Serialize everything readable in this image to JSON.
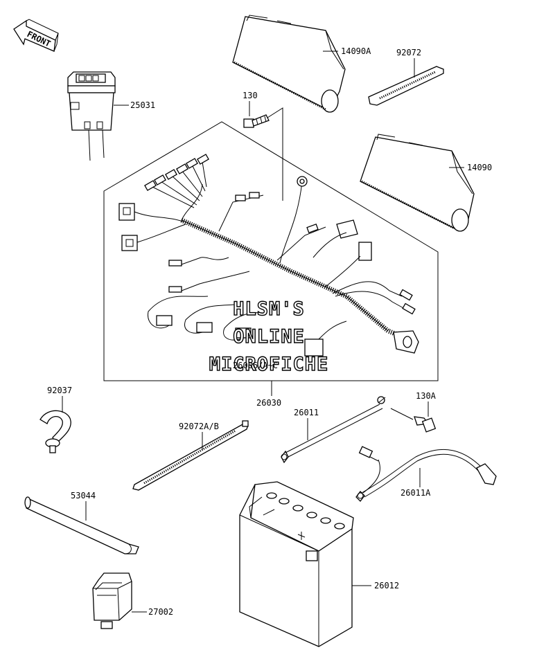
{
  "front_label": "FRONT",
  "watermark": {
    "line1": "HLSM'S",
    "line2": "ONLINE",
    "line3": "MICROFICHE"
  },
  "labels": {
    "p14090A": "14090A",
    "p92072": "92072",
    "p25031": "25031",
    "p130": "130",
    "p14090": "14090",
    "p26006": "26006/A~C",
    "p26030": "26030",
    "p92037": "92037",
    "p92072AB": "92072A/B",
    "p26011": "26011",
    "p130A": "130A",
    "p26011A": "26011A",
    "p53044": "53044",
    "p26012": "26012",
    "p27002": "27002"
  }
}
